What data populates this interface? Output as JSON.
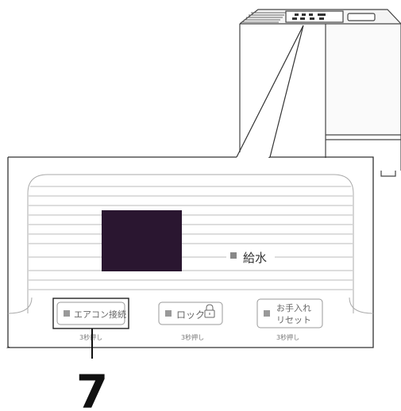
{
  "panel": {
    "water_label": "給水",
    "buttons": [
      {
        "label": "エアコン接続",
        "sublabel": "3秒押し"
      },
      {
        "label": "ロック",
        "sublabel": "3秒押し"
      },
      {
        "label_line1": "お手入れ",
        "label_line2": "リセット",
        "sublabel": "3秒押し"
      }
    ]
  },
  "callout": {
    "number": "7"
  },
  "colors": {
    "display": "#2a1630",
    "line": "#555555",
    "light_line": "#bbbbbb"
  }
}
